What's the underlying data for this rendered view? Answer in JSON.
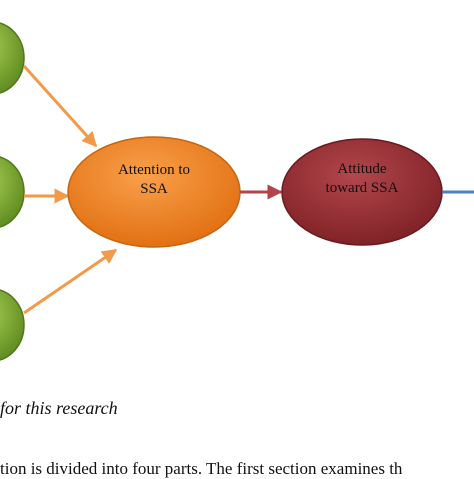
{
  "diagram": {
    "nodes": {
      "attention": {
        "line1": "Attention to",
        "line2": "SSA"
      },
      "attitude": {
        "line1": "Attitude",
        "line2": "toward SSA"
      }
    },
    "colors": {
      "green_node": "#6f9a2a",
      "orange_node": "#ef7f1a",
      "red_node": "#8e2a2f",
      "orange_arrow": "#f39a4a",
      "red_arrow": "#b4424a",
      "blue_arrow": "#4f7fbf"
    }
  },
  "caption": "for this research",
  "body_text": "tion is divided into four parts. The first section examines th"
}
